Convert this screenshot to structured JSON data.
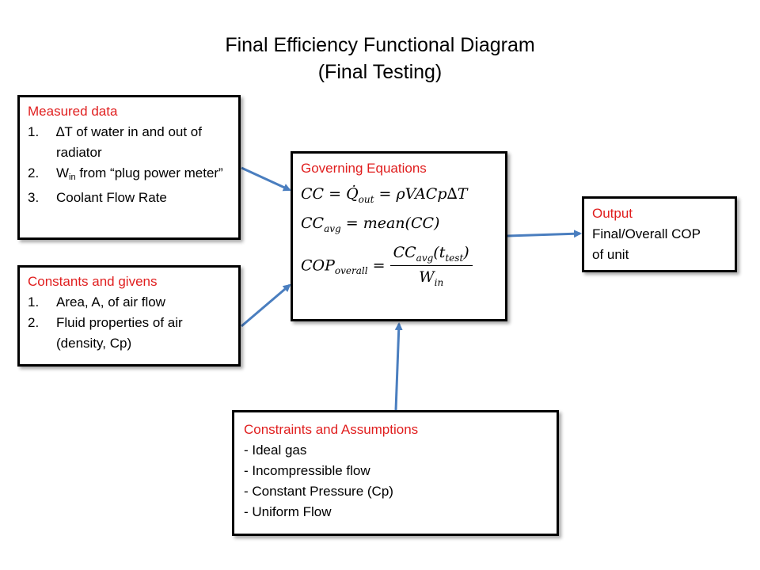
{
  "title": {
    "line1": "Final Efficiency Functional Diagram",
    "line2": "(Final Testing)"
  },
  "measured": {
    "heading": "Measured data",
    "items": [
      {
        "num": "1.",
        "symbol": "∆",
        "text": "T of water in and out of radiator"
      },
      {
        "num": "2.",
        "prefix": "W",
        "sub": "in",
        "text": " from “plug power meter”"
      },
      {
        "num": "3.",
        "text": "Coolant Flow Rate"
      }
    ]
  },
  "constants": {
    "heading": "Constants and givens",
    "items": [
      {
        "num": "1.",
        "text": "Area, A, of air flow"
      },
      {
        "num": "2.",
        "text": "Fluid properties of air (density, Cp)"
      }
    ]
  },
  "governing": {
    "heading": "Governing Equations",
    "eq1": {
      "lhs": "CC",
      "equals": "=",
      "qdot": "Q̇",
      "qsub": "out",
      "rho": "ρVACp∆T"
    },
    "eq2": {
      "lhs": "CC",
      "lsub": "avg",
      "rhs": "= mean(CC)"
    },
    "eq3": {
      "lhs": "COP",
      "lsub": "overall",
      "num_a": "CC",
      "num_sub": "avg",
      "num_b": "(t",
      "num_tsub": "test",
      "num_c": ")",
      "den": "W",
      "den_sub": "in"
    }
  },
  "output": {
    "heading": "Output",
    "lines": [
      "Final/Overall COP",
      "of unit"
    ]
  },
  "constraints": {
    "heading": "Constraints and Assumptions",
    "lines": [
      "- Ideal gas",
      "- Incompressible flow",
      "- Constant Pressure (Cp)",
      "- Uniform Flow"
    ]
  },
  "colors": {
    "heading_red": "#e01e1e",
    "arrow_blue": "#4a7ebf",
    "border": "#000000"
  }
}
